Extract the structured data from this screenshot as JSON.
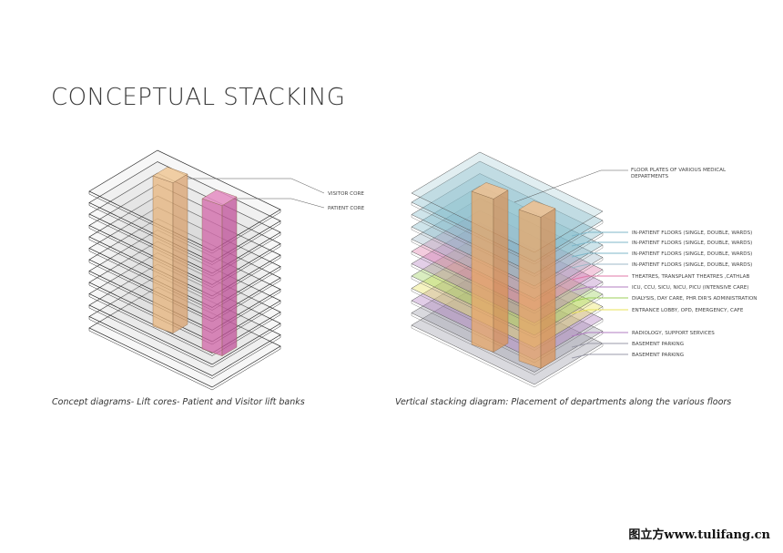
{
  "title": "CONCEPTUAL STACKING",
  "left_diagram": {
    "caption": "Concept diagrams- Lift cores- Patient and Visitor lift banks",
    "labels": [
      "VISITOR CORE",
      "PATIENT CORE"
    ],
    "colors": {
      "visitor_core": "#e8b57e",
      "patient_core": "#d266a8"
    }
  },
  "right_diagram": {
    "caption": "Vertical stacking diagram: Placement of departments along the various floors",
    "top_label": [
      "FLOOR PLATES OF VARIOUS MEDICAL",
      "DEPARTMENTS"
    ],
    "floors": [
      {
        "label": "IN-PATIENT FLOORS (SINGLE, DOUBLE, WARDS)",
        "color": "#7fb7c9"
      },
      {
        "label": "IN-PATIENT FLOORS (SINGLE, DOUBLE, WARDS)",
        "color": "#7fb7c9"
      },
      {
        "label": "IN-PATIENT FLOORS (SINGLE, DOUBLE, WARDS)",
        "color": "#7fb7c9"
      },
      {
        "label": "IN-PATIENT FLOORS (SINGLE, DOUBLE, WARDS)",
        "color": "#9fb8c8"
      },
      {
        "label": "THEATRES, TRANSPLANT THEATRES ,CATHLAB",
        "color": "#e07aa8"
      },
      {
        "label": "ICU, CCU, SICU, NICU, PICU (INTENSIVE CARE)",
        "color": "#b37fc0"
      },
      {
        "label": "DIALYSIS, DAY CARE, PHR DIR'S ADMINISTRATION",
        "color": "#9ccf5a"
      },
      {
        "label": "ENTRANCE LOBBY, OPD, EMERGENCY, CAFE",
        "color": "#e8e35a"
      },
      {
        "label": "RADIOLOGY, SUPPORT SERVICES",
        "color": "#b07cc0"
      },
      {
        "label": "BASEMENT PARKING",
        "color": "#9a9aa8"
      },
      {
        "label": "BASEMENT PARKING",
        "color": "#9a9aa8"
      }
    ]
  },
  "watermark": "图立方www.tulifang.cn"
}
